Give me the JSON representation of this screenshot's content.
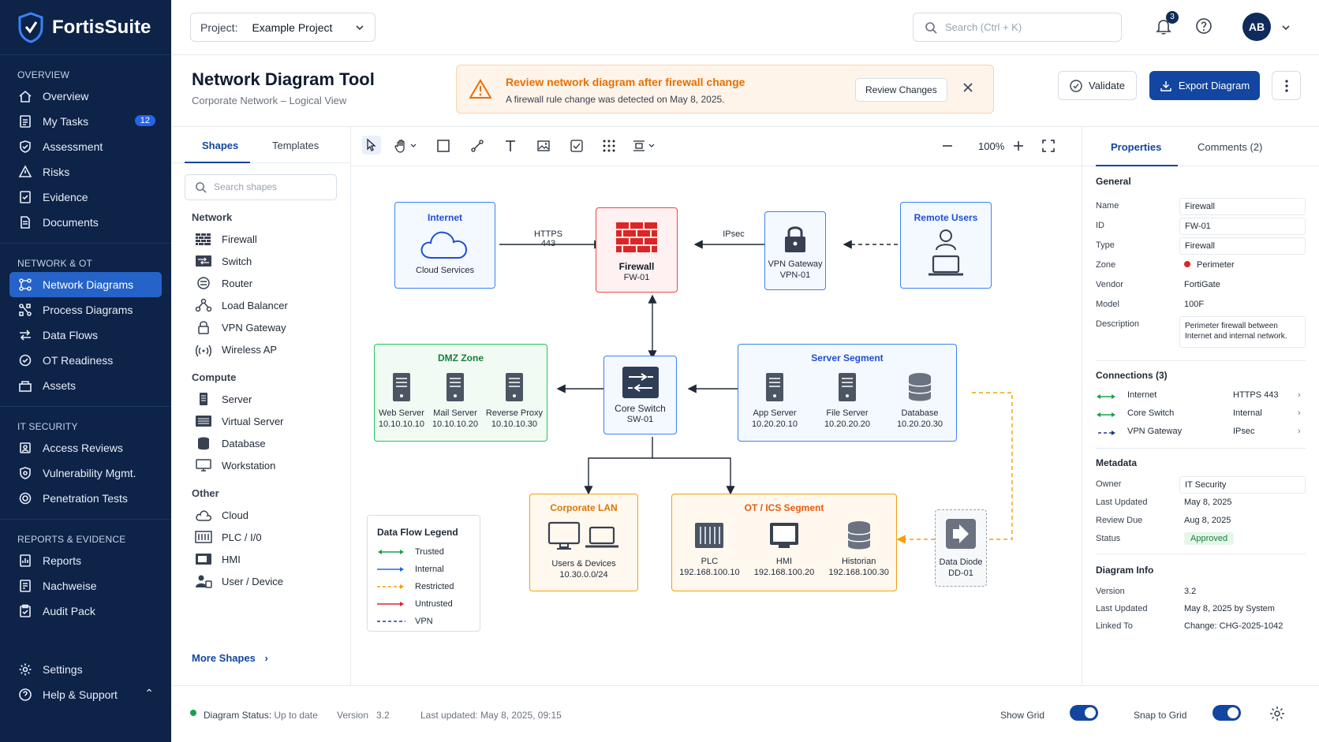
{
  "app": {
    "name": "FortisSuite"
  },
  "sidebar": {
    "sections": [
      {
        "title": "OVERVIEW",
        "items": [
          {
            "label": "Overview",
            "icon": "home-icon"
          },
          {
            "label": "My Tasks",
            "icon": "tasks-icon",
            "badge": "12"
          },
          {
            "label": "Assessment",
            "icon": "shield-check-icon"
          },
          {
            "label": "Risks",
            "icon": "risk-icon"
          },
          {
            "label": "Evidence",
            "icon": "evidence-icon"
          },
          {
            "label": "Documents",
            "icon": "document-icon"
          }
        ]
      },
      {
        "title": "NETWORK & OT",
        "items": [
          {
            "label": "Network Diagrams",
            "icon": "network-icon",
            "active": true
          },
          {
            "label": "Process Diagrams",
            "icon": "process-icon"
          },
          {
            "label": "Data Flows",
            "icon": "data-flow-icon"
          },
          {
            "label": "OT Readiness",
            "icon": "ot-icon"
          },
          {
            "label": "Assets",
            "icon": "assets-icon"
          }
        ]
      },
      {
        "title": "IT SECURITY",
        "items": [
          {
            "label": "Access Reviews",
            "icon": "access-icon"
          },
          {
            "label": "Vulnerability Mgmt.",
            "icon": "vulnerability-icon"
          },
          {
            "label": "Penetration Tests",
            "icon": "target-icon"
          }
        ]
      },
      {
        "title": "REPORTS & EVIDENCE",
        "items": [
          {
            "label": "Reports",
            "icon": "report-icon"
          },
          {
            "label": "Nachweise",
            "icon": "proof-icon"
          },
          {
            "label": "Audit Pack",
            "icon": "audit-icon"
          }
        ]
      }
    ],
    "bottom": [
      {
        "label": "Settings",
        "icon": "gear-icon"
      },
      {
        "label": "Help & Support",
        "icon": "help-icon"
      }
    ]
  },
  "topbar": {
    "project_label": "Project:",
    "project_value": "Example Project",
    "search_placeholder": "Search (Ctrl + K)",
    "notifications": "3",
    "avatar": "AB"
  },
  "header": {
    "title": "Network Diagram Tool",
    "subtitle": "Corporate Network – Logical View",
    "alert_title": "Review network diagram after firewall change",
    "alert_desc": "A firewall rule change was detected on May 8, 2025.",
    "alert_button": "Review Changes",
    "validate": "Validate",
    "export": "Export Diagram"
  },
  "left_panel": {
    "tabs": [
      "Shapes",
      "Templates"
    ],
    "search_placeholder": "Search shapes",
    "groups": [
      {
        "title": "Network",
        "items": [
          {
            "label": "Firewall",
            "icon": "firewall-icon"
          },
          {
            "label": "Switch",
            "icon": "switch-icon"
          },
          {
            "label": "Router",
            "icon": "router-icon"
          },
          {
            "label": "Load Balancer",
            "icon": "load-balancer-icon"
          },
          {
            "label": "VPN Gateway",
            "icon": "lock-icon"
          },
          {
            "label": "Wireless AP",
            "icon": "wireless-icon"
          }
        ]
      },
      {
        "title": "Compute",
        "items": [
          {
            "label": "Server",
            "icon": "server-icon"
          },
          {
            "label": "Virtual Server",
            "icon": "virtual-server-icon"
          },
          {
            "label": "Database",
            "icon": "database-icon"
          },
          {
            "label": "Workstation",
            "icon": "workstation-icon"
          }
        ]
      },
      {
        "title": "Other",
        "items": [
          {
            "label": "Cloud",
            "icon": "cloud-icon"
          },
          {
            "label": "PLC / I/0",
            "icon": "plc-icon"
          },
          {
            "label": "HMI",
            "icon": "hmi-icon"
          },
          {
            "label": "User / Device",
            "icon": "user-icon"
          }
        ]
      }
    ],
    "more_shapes": "More Shapes"
  },
  "canvas": {
    "zoom": "100%",
    "nodes": {
      "internet": {
        "title": "Internet",
        "sub": "Cloud Services"
      },
      "firewall": {
        "title": "Firewall",
        "sub": "FW-01"
      },
      "vpn": {
        "title": "VPN Gateway",
        "sub": "VPN-01"
      },
      "remote": {
        "title": "Remote Users"
      },
      "dmz": {
        "title": "DMZ Zone",
        "items": [
          {
            "name": "Web Server",
            "ip": "10.10.10.10"
          },
          {
            "name": "Mail Server",
            "ip": "10.10.10.20"
          },
          {
            "name": "Reverse Proxy",
            "ip": "10.10.10.30"
          }
        ]
      },
      "core": {
        "title": "Core Switch",
        "sub": "SW-01"
      },
      "servers": {
        "title": "Server Segment",
        "items": [
          {
            "name": "App Server",
            "ip": "10.20.20.10"
          },
          {
            "name": "File Server",
            "ip": "10.20.20.20"
          },
          {
            "name": "Database",
            "ip": "10.20.20.30"
          }
        ]
      },
      "lan": {
        "title": "Corporate LAN",
        "sub": "Users & Devices",
        "net": "10.30.0.0/24"
      },
      "ot": {
        "title": "OT / ICS Segment",
        "items": [
          {
            "name": "PLC",
            "ip": "192.168.100.10"
          },
          {
            "name": "HMI",
            "ip": "192.168.100.20"
          },
          {
            "name": "Historian",
            "ip": "192.168.100.30"
          }
        ]
      },
      "diode": {
        "title": "Data Diode",
        "sub": "DD-01"
      }
    },
    "edge_labels": {
      "https": "HTTPS",
      "port": "443",
      "ipsec": "IPsec"
    },
    "legend": {
      "title": "Data Flow Legend",
      "items": [
        {
          "label": "Trusted",
          "color": "#16a34a"
        },
        {
          "label": "Internal",
          "color": "#2563eb"
        },
        {
          "label": "Restricted",
          "color": "#f59e0b"
        },
        {
          "label": "Untrusted",
          "color": "#dc2626"
        },
        {
          "label": "VPN",
          "color": "#1e3a8a"
        }
      ]
    }
  },
  "right_panel": {
    "tabs": [
      "Properties",
      "Comments (2)"
    ],
    "general_title": "General",
    "general": [
      {
        "k": "Name",
        "v": "Firewall"
      },
      {
        "k": "ID",
        "v": "FW-01"
      },
      {
        "k": "Type",
        "v": "Firewall"
      },
      {
        "k": "Zone",
        "v": "Perimeter"
      },
      {
        "k": "Vendor",
        "v": "FortiGate"
      },
      {
        "k": "Model",
        "v": "100F"
      },
      {
        "k": "Description",
        "v": "Perimeter firewall between Internet and internal network."
      }
    ],
    "connections_title": "Connections (3)",
    "connections": [
      {
        "name": "Internet",
        "type": "HTTPS 443"
      },
      {
        "name": "Core Switch",
        "type": "Internal"
      },
      {
        "name": "VPN Gateway",
        "type": "IPsec"
      }
    ],
    "metadata_title": "Metadata",
    "metadata": [
      {
        "k": "Owner",
        "v": "IT Security"
      },
      {
        "k": "Last Updated",
        "v": "May 8, 2025"
      },
      {
        "k": "Review Due",
        "v": "Aug 8, 2025"
      },
      {
        "k": "Status",
        "v": "Approved"
      }
    ],
    "info_title": "Diagram Info",
    "info": [
      {
        "k": "Version",
        "v": "3.2"
      },
      {
        "k": "Last Updated",
        "v": "May 8, 2025 by System"
      },
      {
        "k": "Linked To",
        "v": "Change: CHG-2025-1042"
      }
    ]
  },
  "statusbar": {
    "status_label": "Diagram Status:",
    "status_value": "Up to date",
    "version_label": "Version",
    "version_value": "3.2",
    "updated_label": "Last updated:",
    "updated_value": "May 8, 2025, 09:15",
    "show_grid": "Show Grid",
    "snap_grid": "Snap to Grid"
  }
}
